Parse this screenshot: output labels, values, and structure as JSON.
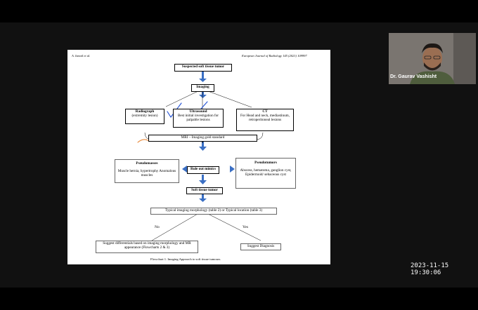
{
  "document": {
    "header_left": "A. Ismail et al.",
    "header_right": "European Journal of Radiology 145 (2021) 109997",
    "nodes": {
      "suspected": "Suspected soft tissue tumor",
      "imaging": "Imaging",
      "radiograph_title": "Radiograph",
      "radiograph_sub": "(extremity lesion)",
      "ultrasound_title": "Ultrasound",
      "ultrasound_sub": "Best initial investigation for palpable lesions",
      "ct_title": "CT",
      "ct_sub": "For Head and neck, mediastinum, retroperitoneal lesions",
      "mri": "MRI – Imaging gold standard",
      "pseudomasses_title": "Pseudomasses",
      "pseudomasses_sub": "Muscle hernia, hypertrophy Anomalous muscles",
      "rule_out": "Rule out mimics",
      "pseudotumors_title": "Pseudotumors",
      "pseudotumors_sub": "Abscess, hematoma, ganglion cyst, Epidermoid/ sebaceous cyst",
      "soft_tissue": "Soft tissue tumor",
      "typical": "Typical imaging morphology (table 2) or Typical location (table 3)",
      "no": "No",
      "yes": "Yes",
      "suggest_diff": "Suggest differentials based on imaging morphology and MR appearance (Flowcharts 2 & 3)",
      "suggest_dx": "Suggest Diagnosis"
    },
    "caption": "Flowchart 1.  Imaging Approach to soft tissue tumours."
  },
  "video": {
    "participant_name": "Dr. Gaurav Vashisht"
  },
  "timestamp": "2023-11-15  19:30:06",
  "colors": {
    "arrow_blue": "#3a6fc4",
    "annotation_blue": "#1f4fd6",
    "annotation_orange": "#e8893a"
  }
}
